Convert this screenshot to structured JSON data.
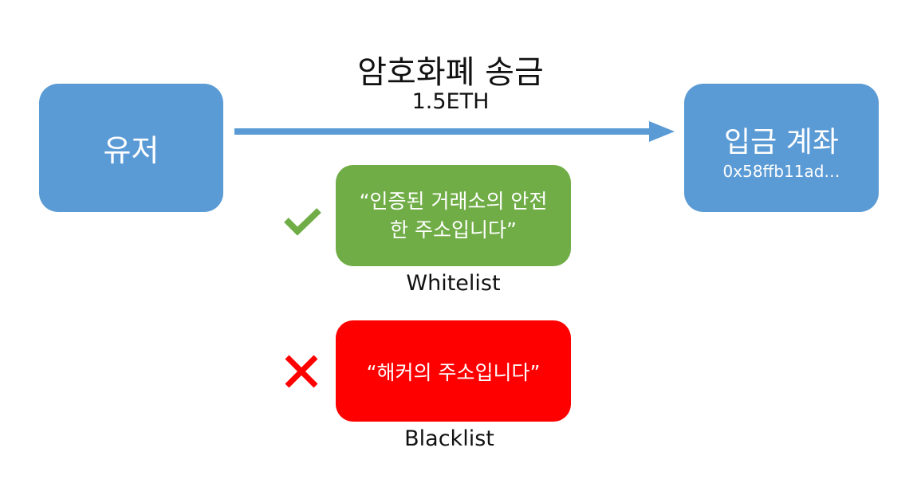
{
  "transfer": {
    "title": "암호화폐 송금",
    "amount": "1.5ETH"
  },
  "nodes": {
    "user": {
      "label": "유저"
    },
    "deposit_account": {
      "label": "입금 계좌",
      "address": "0x58ffb11ad…"
    }
  },
  "whitelist": {
    "message_line1": "“인증된 거래소의 안전",
    "message_line2": "한 주소입니다”",
    "label": "Whitelist",
    "icon": "check-icon",
    "color": "#70ad47"
  },
  "blacklist": {
    "message": "“해커의 주소입니다”",
    "label": "Blacklist",
    "icon": "cross-icon",
    "color": "#ff0000"
  },
  "colors": {
    "node": "#5b9bd5",
    "arrow": "#5b9bd5"
  }
}
